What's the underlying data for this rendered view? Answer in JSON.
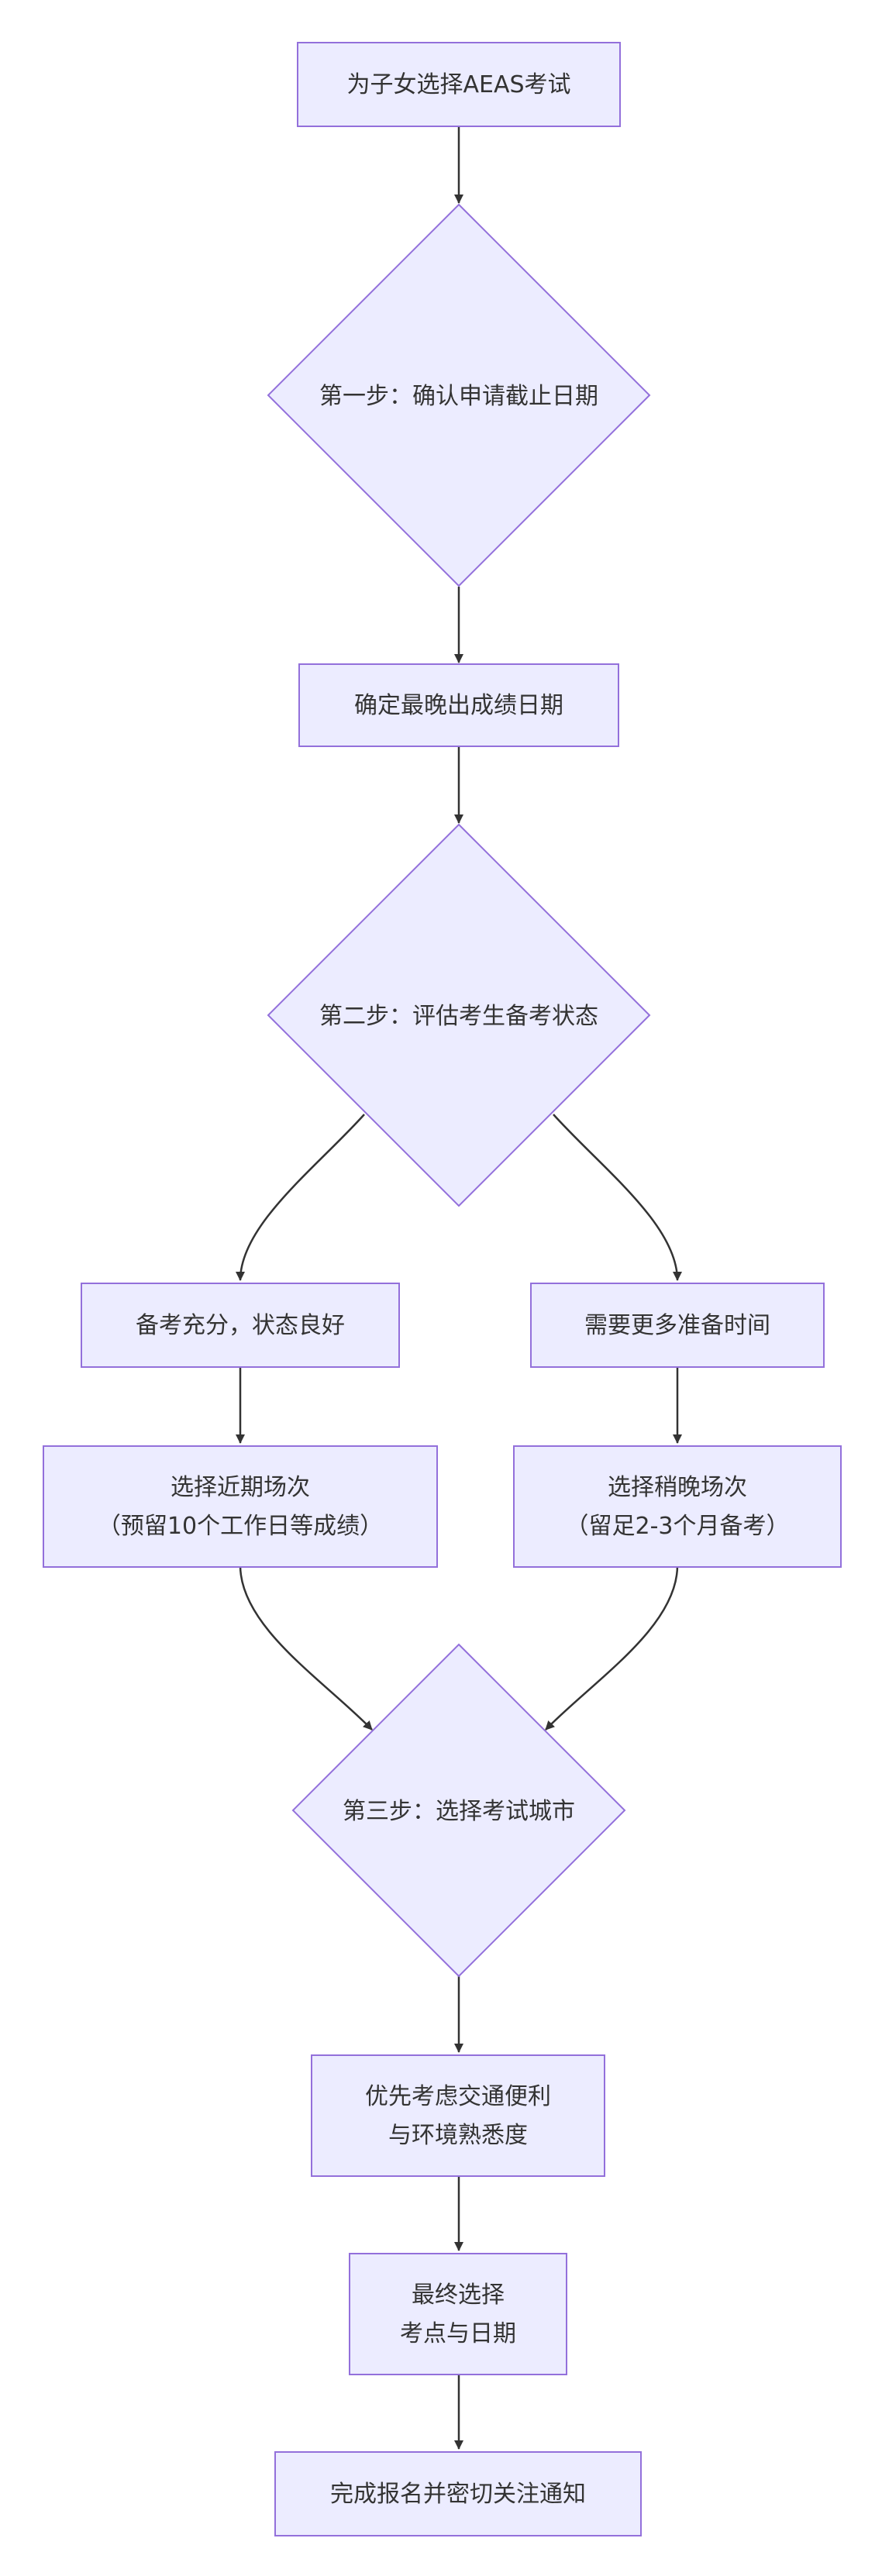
{
  "colors": {
    "node_fill": "#ECECFF",
    "node_stroke": "#9370DB",
    "edge": "#333333",
    "text": "#333333"
  },
  "flow": {
    "start": {
      "line1": "为子女选择AEAS考试"
    },
    "step1": {
      "line1": "第一步：确认申请截止日期"
    },
    "latest_score": {
      "line1": "确定最晚出成绩日期"
    },
    "step2": {
      "line1": "第二步：评估考生备考状态"
    },
    "ready": {
      "line1": "备考充分，状态良好"
    },
    "need_time": {
      "line1": "需要更多准备时间"
    },
    "early_session": {
      "line1": "选择近期场次",
      "line2": "（预留10个工作日等成绩）"
    },
    "late_session": {
      "line1": "选择稍晚场次",
      "line2": "（留足2-3个月备考）"
    },
    "step3": {
      "line1": "第三步：选择考试城市"
    },
    "city_priority": {
      "line1": "优先考虑交通便利",
      "line2": "与环境熟悉度"
    },
    "final_choice": {
      "line1": "最终选择",
      "line2": "考点与日期"
    },
    "finish": {
      "line1": "完成报名并密切关注通知"
    }
  }
}
